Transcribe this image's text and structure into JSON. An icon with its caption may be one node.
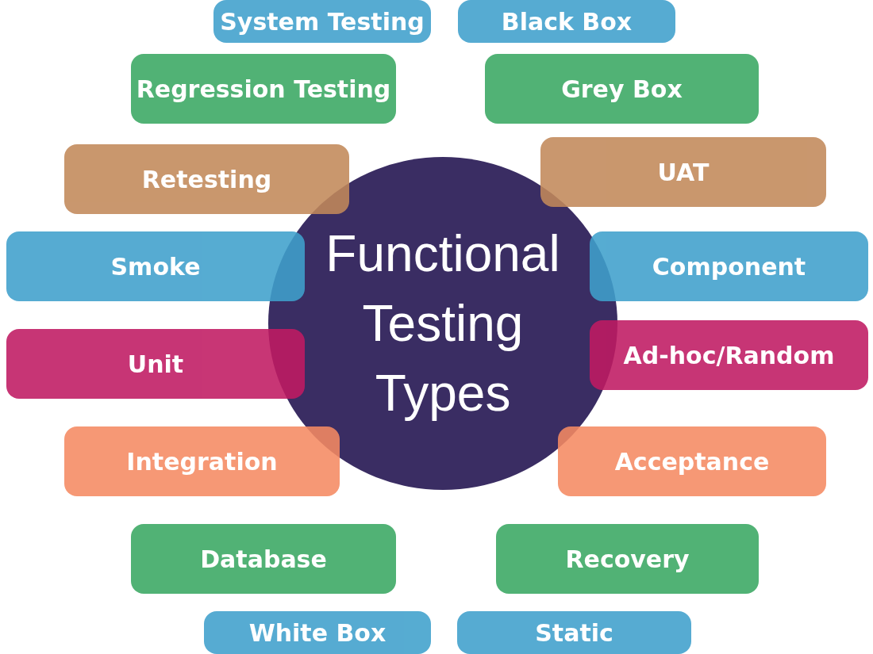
{
  "diagram": {
    "nodes": [
      {
        "text": [
          "Functional Testing Types"
        ]
      },
      {
        "text": [
          "System Testing"
        ]
      },
      {
        "text": [
          "Black Box"
        ]
      },
      {
        "text": [
          "Regression Testing"
        ]
      },
      {
        "text": [
          "Grey Box"
        ]
      },
      {
        "text": [
          "Retesting"
        ]
      },
      {
        "text": [
          "UAT"
        ]
      },
      {
        "text": [
          "Smoke"
        ]
      },
      {
        "text": [
          "Component"
        ]
      },
      {
        "text": [
          "Unit"
        ]
      },
      {
        "text": [
          "Ad-hoc/Random"
        ]
      },
      {
        "text": [
          "Integration"
        ]
      },
      {
        "text": [
          "Acceptance"
        ]
      },
      {
        "text": [
          "Database"
        ]
      },
      {
        "text": [
          "Recovery"
        ]
      },
      {
        "text": [
          "White Box"
        ]
      },
      {
        "text": [
          "Static"
        ]
      }
    ]
  }
}
